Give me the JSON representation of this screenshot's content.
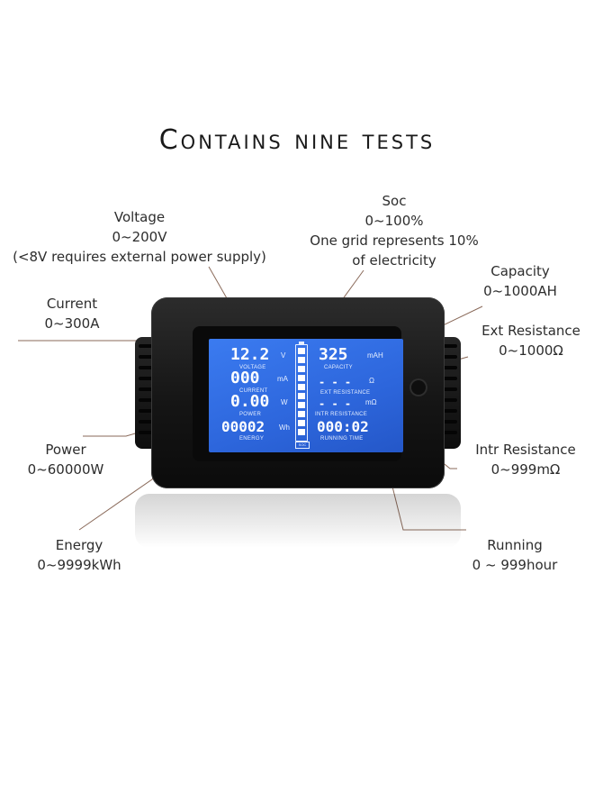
{
  "title": "Contains nine tests",
  "labels": {
    "voltage": {
      "name": "Voltage",
      "range": "0~200V",
      "note": "(<8V requires external power supply)"
    },
    "soc": {
      "name": "Soc",
      "range": "0~100%",
      "note1": "One grid represents 10%",
      "note2": "of electricity"
    },
    "capacity": {
      "name": "Capacity",
      "range": "0~1000AH"
    },
    "current": {
      "name": "Current",
      "range": "0~300A"
    },
    "ext_resistance": {
      "name": "Ext Resistance",
      "range": "0~1000Ω"
    },
    "power": {
      "name": "Power",
      "range": "0~60000W"
    },
    "intr_resistance": {
      "name": "Intr Resistance",
      "range": "0~999mΩ"
    },
    "energy": {
      "name": "Energy",
      "range": "0~9999kWh"
    },
    "running": {
      "name": "Running",
      "range": "0 ~ 999hour"
    }
  },
  "display": {
    "voltage": {
      "value": "12.2",
      "caption": "VOLTAGE",
      "unit": "V"
    },
    "current": {
      "value": "000",
      "caption": "CURRENT",
      "unit": "mA"
    },
    "power": {
      "value": "0.00",
      "caption": "POWER",
      "unit": "W"
    },
    "energy": {
      "value": "00002",
      "caption": "ENERGY",
      "unit": "Wh"
    },
    "capacity": {
      "value": "325",
      "caption": "CAPACITY",
      "unit": "mAH"
    },
    "ext_resistance": {
      "value": "- - -",
      "caption": "EXT RESISTANCE",
      "unit": "Ω"
    },
    "intr_resistance": {
      "value": "- - -",
      "caption": "INTR RESISTANCE",
      "unit": "mΩ"
    },
    "running_time": {
      "value": "000:02",
      "caption": "RUNNING TIME"
    },
    "soc_caption": "SOC",
    "soc_level": 1.0
  },
  "colors": {
    "lcd": "#2d66dc",
    "device": "#151515",
    "leader": "#8a6a5a"
  }
}
